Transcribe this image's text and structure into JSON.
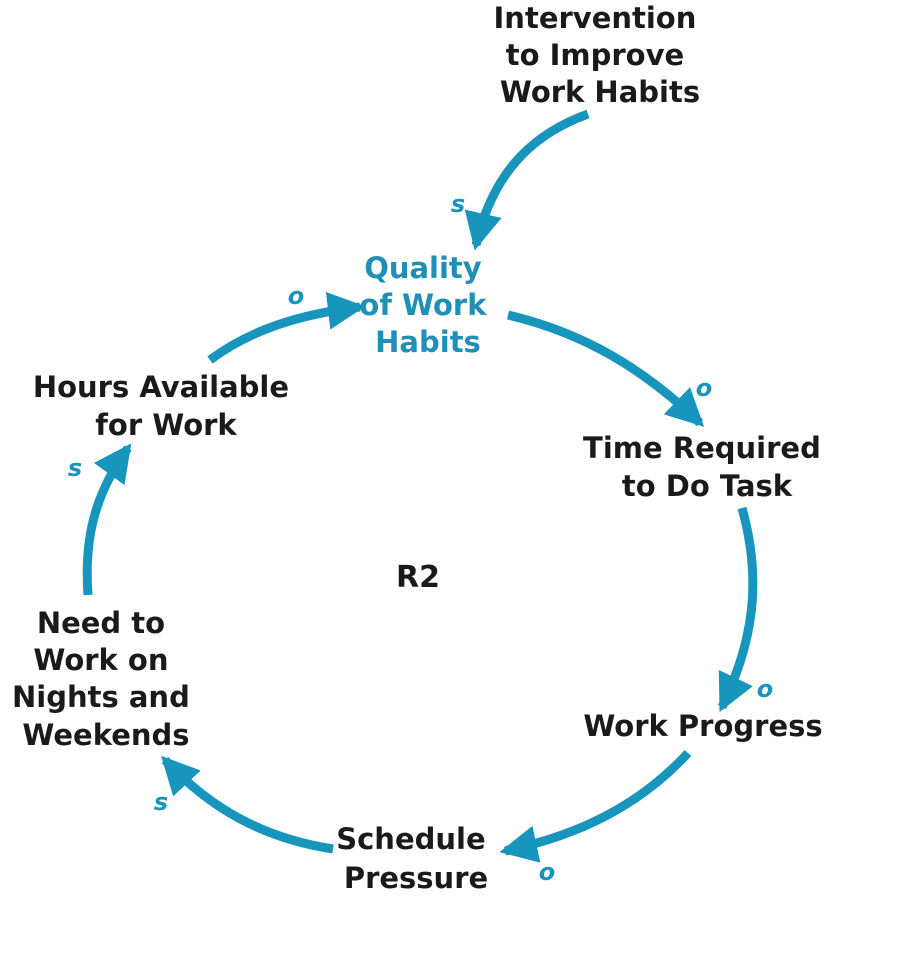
{
  "colors": {
    "arrow": "#1795bd",
    "highlight_text": "#1f8fb5",
    "text": "#1a1a1a",
    "background": "#ffffff"
  },
  "nodes": {
    "intervention": [
      "Intervention",
      "to Improve",
      "Work Habits"
    ],
    "quality": [
      "Quality",
      "of Work",
      "Habits"
    ],
    "time_required": [
      "Time Required",
      "to Do Task"
    ],
    "work_progress": [
      "Work Progress"
    ],
    "schedule_pressure": [
      "Schedule",
      "Pressure"
    ],
    "need_to_work": [
      "Need to",
      "Work on",
      "Nights and",
      "Weekends"
    ],
    "hours_available": [
      "Hours Available",
      "for Work"
    ]
  },
  "loop": {
    "label": "R2"
  },
  "links": [
    {
      "from": "intervention",
      "to": "quality",
      "polarity": "s"
    },
    {
      "from": "quality",
      "to": "time_required",
      "polarity": "o"
    },
    {
      "from": "time_required",
      "to": "work_progress",
      "polarity": "o"
    },
    {
      "from": "work_progress",
      "to": "schedule_pressure",
      "polarity": "o"
    },
    {
      "from": "schedule_pressure",
      "to": "need_to_work",
      "polarity": "s"
    },
    {
      "from": "need_to_work",
      "to": "hours_available",
      "polarity": "s"
    },
    {
      "from": "hours_available",
      "to": "quality",
      "polarity": "o"
    }
  ]
}
